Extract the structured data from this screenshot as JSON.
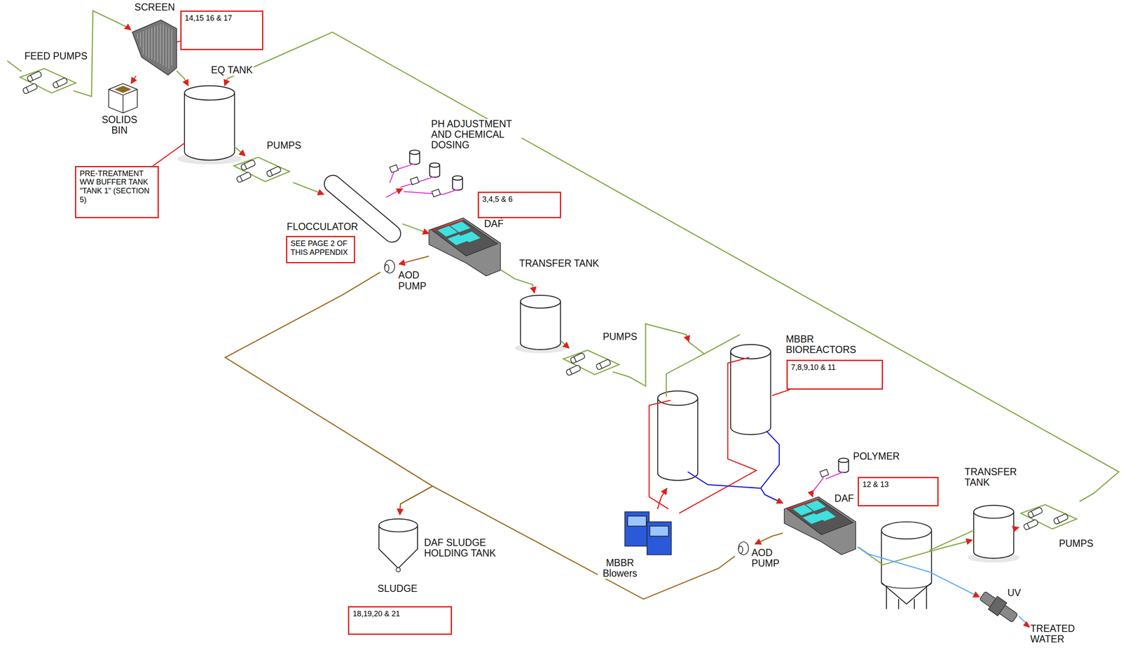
{
  "diagram": {
    "nodes": [
      {
        "text": [
          "SCREEN"
        ]
      },
      {
        "text": [
          "14,15 16 & 17"
        ]
      },
      {
        "text": [
          "FEED PUMPS"
        ]
      },
      {
        "text": [
          "SOLIDS BIN"
        ]
      },
      {
        "text": [
          "EQ TANK"
        ]
      },
      {
        "text": [
          "PRE-TREATMENT WW BUFFER TANK \"TANK 1\" (SECTION 5)"
        ]
      },
      {
        "text": [
          "PUMPS"
        ]
      },
      {
        "text": [
          "PH ADJUSTMENT AND CHEMICAL DOSING"
        ]
      },
      {
        "text": [
          "FLOCCULATOR"
        ]
      },
      {
        "text": [
          "SEE PAGE 2 OF THIS APPENDIX"
        ]
      },
      {
        "text": [
          "DAF"
        ]
      },
      {
        "text": [
          "3,4,5 & 6"
        ]
      },
      {
        "text": [
          "AOD PUMP"
        ]
      },
      {
        "text": [
          "TRANSFER TANK"
        ]
      },
      {
        "text": [
          "PUMPS"
        ]
      },
      {
        "text": [
          "MBBR BIOREACTORS"
        ]
      },
      {
        "text": [
          "7,8,9,10 & 11"
        ]
      },
      {
        "text": [
          "MBBR Blowers"
        ]
      },
      {
        "text": [
          "POLYMER"
        ]
      },
      {
        "text": [
          "DAF"
        ]
      },
      {
        "text": [
          "12 & 13"
        ]
      },
      {
        "text": [
          "AOD PUMP"
        ]
      },
      {
        "text": [
          "TRANSFER TANK"
        ]
      },
      {
        "text": [
          "PUMPS"
        ]
      },
      {
        "text": [
          "UV"
        ]
      },
      {
        "text": [
          "DAF SLUDGE HOLDING TANK",
          "SLUDGE"
        ]
      },
      {
        "text": [
          "18,19,20 & 21"
        ]
      }
    ],
    "edges": [
      {
        "from": 2,
        "to": 0,
        "arrow": "to"
      },
      {
        "from": 0,
        "to": 3,
        "arrow": "to"
      },
      {
        "from": 0,
        "to": 4,
        "arrow": "to"
      },
      {
        "from": 4,
        "to": 6,
        "arrow": "to"
      },
      {
        "from": 6,
        "to": 8,
        "arrow": "to"
      },
      {
        "from": 7,
        "to": 8,
        "arrow": "to"
      },
      {
        "from": 8,
        "to": 10,
        "arrow": "to"
      },
      {
        "from": 10,
        "to": 12,
        "arrow": "to"
      },
      {
        "from": 12,
        "to": 25,
        "arrow": "to"
      },
      {
        "from": 10,
        "to": 13,
        "arrow": "to"
      },
      {
        "from": 13,
        "to": 14,
        "arrow": "to"
      },
      {
        "from": 14,
        "to": 15,
        "arrow": "to"
      },
      {
        "from": 17,
        "to": 15,
        "arrow": "to"
      },
      {
        "from": 15,
        "to": 19,
        "arrow": "to"
      },
      {
        "from": 18,
        "to": 19,
        "arrow": "to"
      },
      {
        "from": 19,
        "to": 21,
        "arrow": "to"
      },
      {
        "from": 21,
        "to": 25,
        "arrow": "to"
      },
      {
        "from": 19,
        "to": 22,
        "arrow": "to"
      },
      {
        "from": 22,
        "to": 23,
        "arrow": "to"
      },
      {
        "from": 23,
        "to": 4,
        "arrow": "to"
      },
      {
        "from": 19,
        "to": 24,
        "arrow": "to"
      },
      {
        "from": 1,
        "to": 0,
        "arrow": "none"
      },
      {
        "from": 5,
        "to": 4,
        "arrow": "none"
      },
      {
        "from": 9,
        "to": 8,
        "arrow": "none"
      },
      {
        "from": 11,
        "to": 10,
        "arrow": "none"
      },
      {
        "from": 16,
        "to": 15,
        "arrow": "none"
      },
      {
        "from": 20,
        "to": 19,
        "arrow": "none"
      }
    ],
    "labels": [
      "TREATED WATER"
    ]
  }
}
